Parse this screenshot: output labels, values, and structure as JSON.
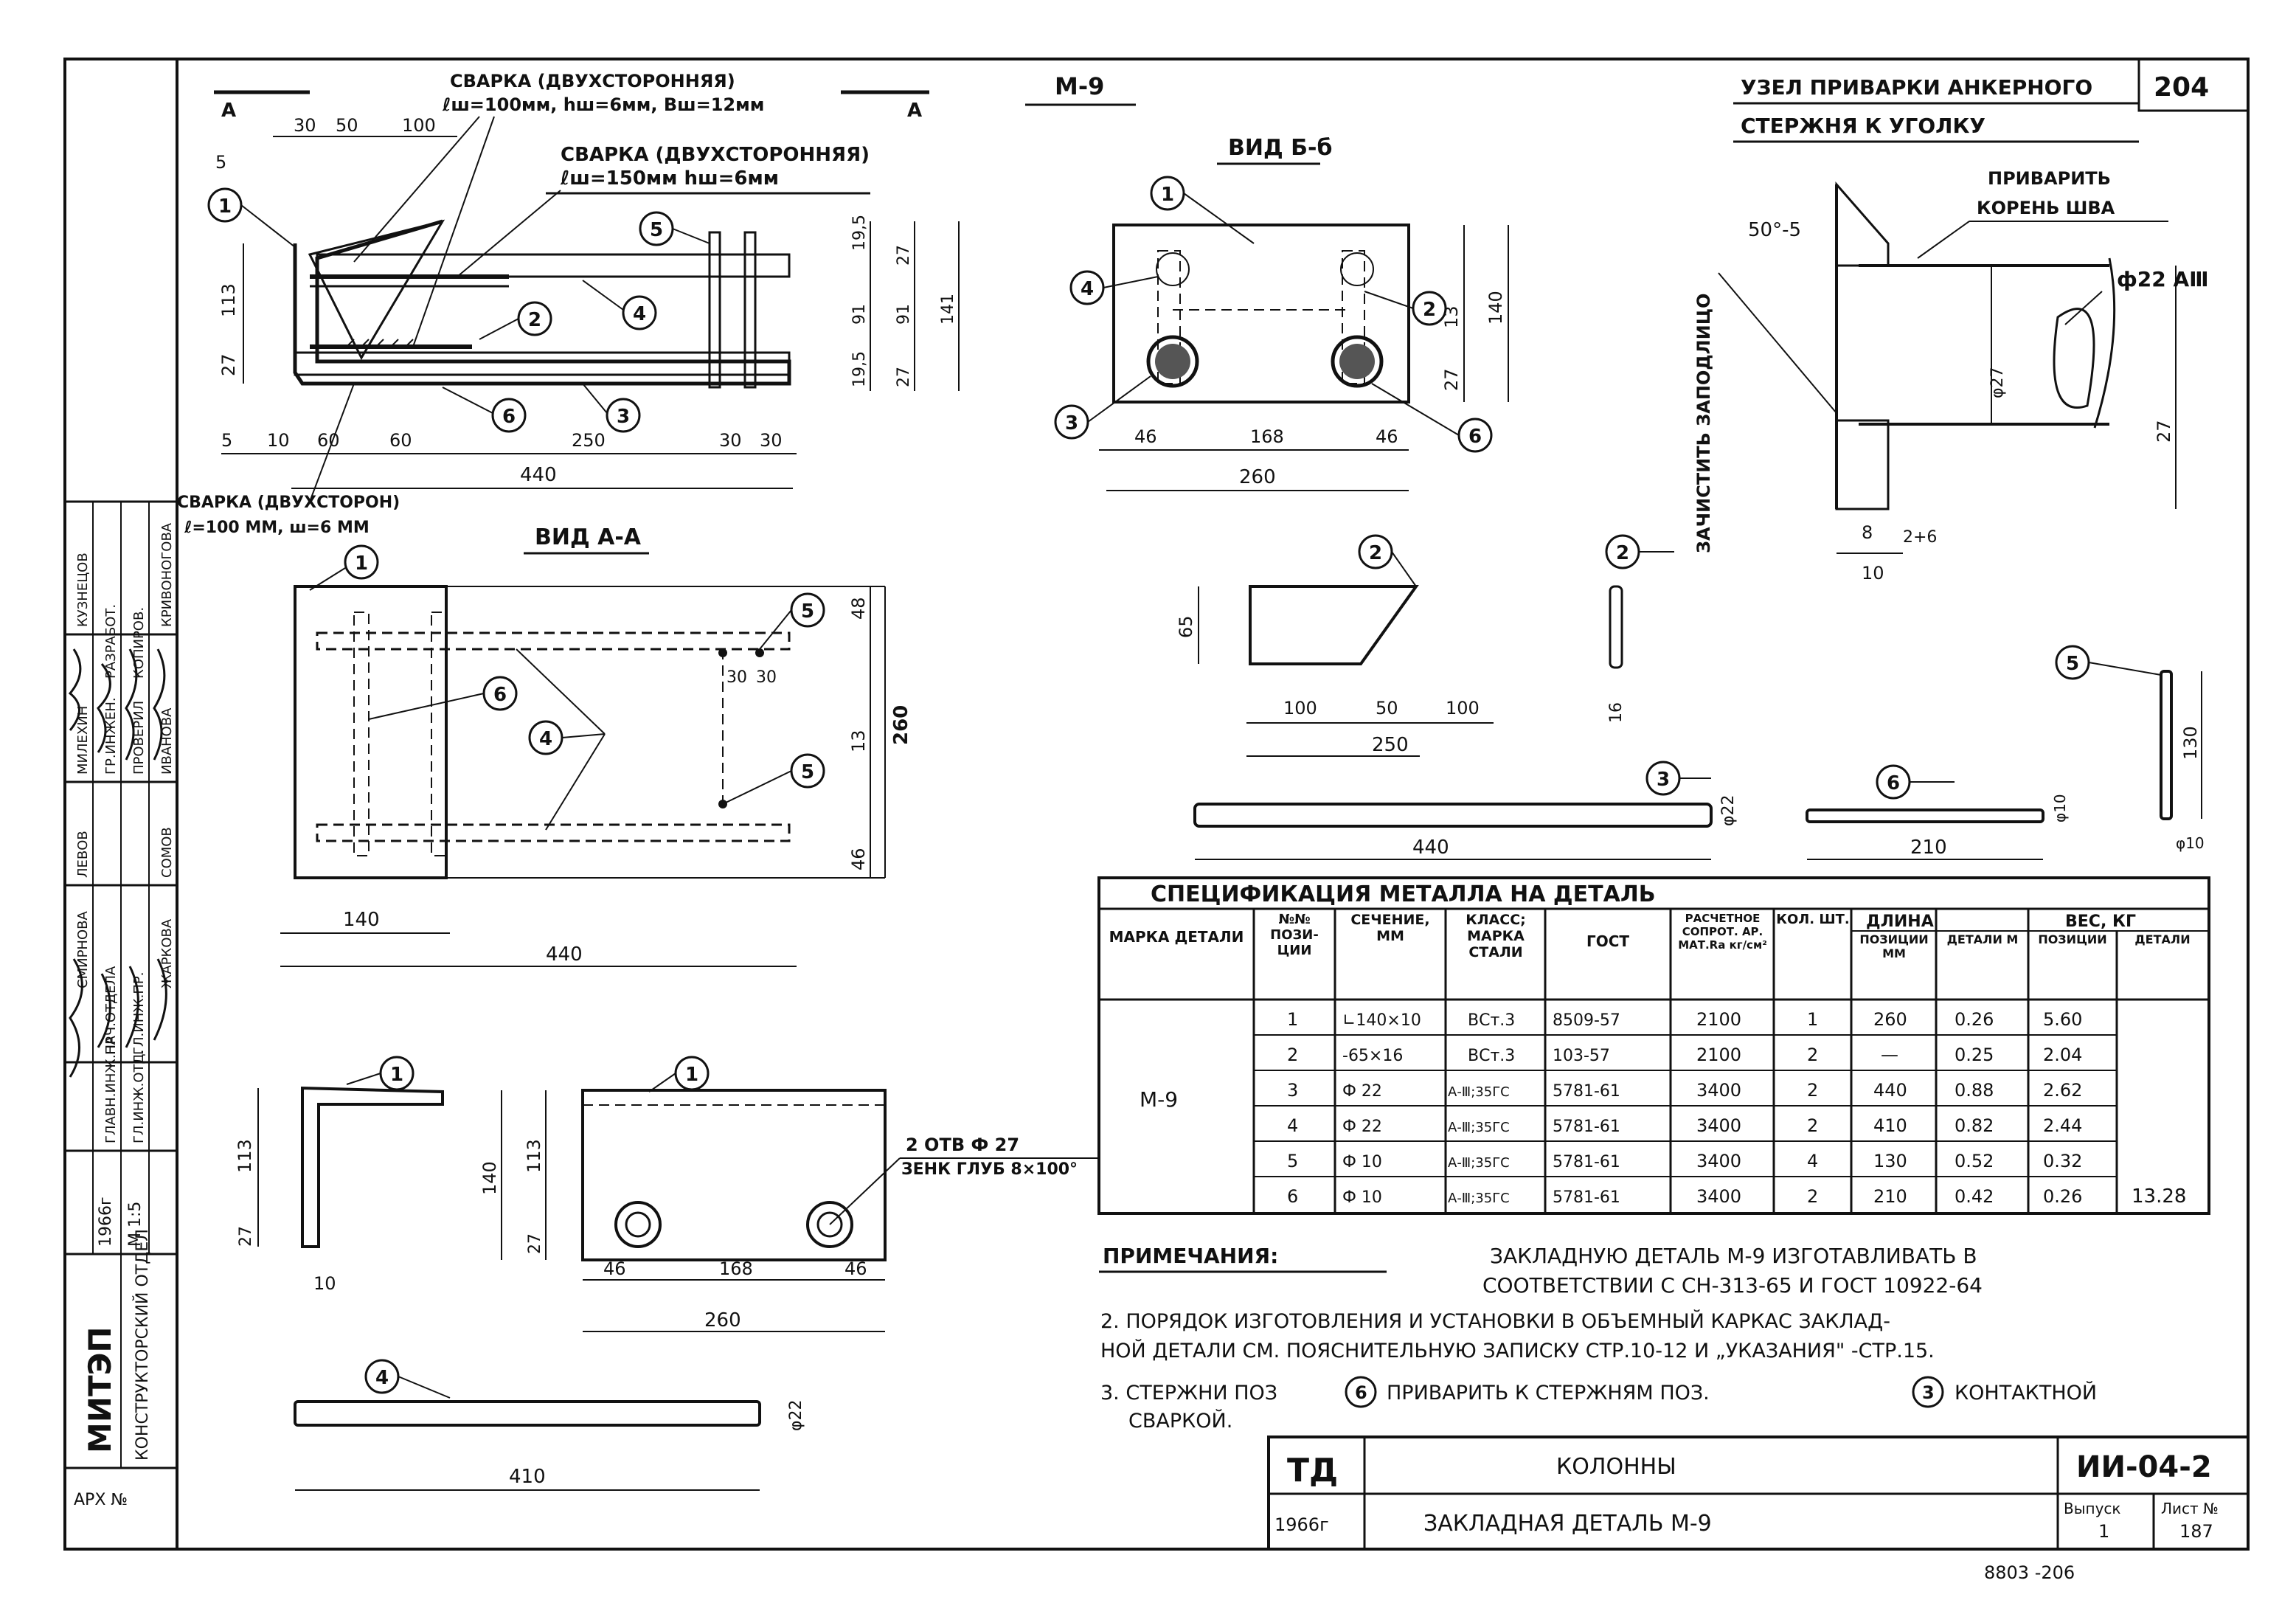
{
  "sheet_number": "204",
  "top_title": "М-9",
  "sections": {
    "aa_top": "А",
    "view_bb": "ВИД Б-б",
    "view_aa": "ВИД А-А",
    "node_title_1": "УЗЕЛ ПРИВАРКИ АНКЕРНОГО",
    "node_title_2": "СТЕРЖНЯ К УГОЛКУ"
  },
  "welds": {
    "w1_title": "СВАРКА (ДВУХСТОРОННЯЯ)",
    "w1_params": "ℓш=100мм, hш=6мм, Вш=12мм",
    "w2_title": "СВАРКА (ДВУХСТОРОННЯЯ)",
    "w2_params": "ℓш=150мм  hш=6мм",
    "w3_title": "СВАРКА (ДВУХСТОРОН)",
    "w3_params": "ℓ=100 ММ,  ш=6 ММ"
  },
  "dims_front": {
    "d30": "30",
    "d50": "50",
    "d100": "100",
    "d5": "5",
    "d113": "113",
    "d27": "27",
    "d10": "10",
    "d60a": "60",
    "d60b": "60",
    "d250": "250",
    "d30b": "30",
    "d30c": "30",
    "d440": "440",
    "d195": "19,5",
    "d27b": "27",
    "d91a": "91",
    "d91b": "91",
    "d141": "141",
    "d195b": "19,5",
    "d27c": "27",
    "d5b": "5"
  },
  "dims_bb": {
    "d46a": "46",
    "d168": "168",
    "d46b": "46",
    "d260": "260",
    "d13": "13",
    "d140": "140",
    "d27": "27"
  },
  "dims_aa": {
    "d48": "48",
    "d30a": "30",
    "d30b": "30",
    "d13": "13",
    "d260": "260",
    "d46": "46",
    "d140": "140",
    "d440": "440"
  },
  "dims_det2": {
    "d65": "65",
    "d100a": "100",
    "d50": "50",
    "d100b": "100",
    "d250": "250",
    "d16": "16"
  },
  "dims_det3": {
    "d440": "440",
    "d22": "φ22"
  },
  "dims_det6": {
    "d210": "210",
    "d10": "φ10"
  },
  "dims_det5": {
    "d130": "130",
    "d10": "φ10"
  },
  "dims_det1a": {
    "d113": "113",
    "d27": "27",
    "d10": "10"
  },
  "dims_det1b": {
    "d140": "140",
    "d113": "113",
    "d27": "27",
    "d46a": "46",
    "d168": "168",
    "d46b": "46",
    "d260": "260",
    "holes_1": "2 ОТВ Ф 27",
    "holes_2": "ЗЕНК ГЛУБ 8×100°"
  },
  "dims_det4": {
    "d410": "410",
    "d22": "φ22"
  },
  "node": {
    "weld_root_1": "ПРИВАРИТЬ",
    "weld_root_2": "КОРЕНЬ ШВА",
    "angle": "50°-5",
    "rod": "ф22 АⅢ",
    "clean": "ЗАЧИСТИТЬ ЗАПОДЛИЦО",
    "d27": "φ27",
    "d27b": "27",
    "d8": "8",
    "d2": "2+6",
    "d10": "10"
  },
  "callouts": [
    "1",
    "2",
    "3",
    "4",
    "5",
    "6"
  ],
  "spec": {
    "title": "СПЕЦИФИКАЦИЯ МЕТАЛЛА НА ДЕТАЛЬ",
    "headers": {
      "mark": "МАРКА ДЕТАЛИ",
      "pos": "№№ ПОЗИ- ЦИИ",
      "section": "СЕЧЕНИЕ, ММ",
      "class": "КЛАСС; МАРКА СТАЛИ",
      "gost": "ГОСТ",
      "resist": "РАСЧЕТНОЕ СОПРОТ. АР. МАТ.Rа кг/см²",
      "qty": "КОЛ. ШТ.",
      "length": "ДЛИНА",
      "len_pos": "ПОЗИЦИИ ММ",
      "len_det": "ДЕТАЛИ М",
      "weight": "ВЕС, КГ",
      "w_pos": "ПОЗИЦИИ",
      "w_det": "ДЕТАЛИ"
    },
    "mark_value": "М-9",
    "total_weight": "13.28",
    "rows": [
      {
        "pos": "1",
        "section": "∟140×10",
        "steel": "ВСт.3",
        "gost": "8509-57",
        "ra": "2100",
        "qty": "1",
        "len_mm": "260",
        "len_m": "0.26",
        "w": "5.60"
      },
      {
        "pos": "2",
        "section": "-65×16",
        "steel": "ВСт.3",
        "gost": "103-57",
        "ra": "2100",
        "qty": "2",
        "len_mm": "—",
        "len_m": "0.25",
        "w": "2.04"
      },
      {
        "pos": "3",
        "section": "Ф 22",
        "steel": "А-Ⅲ;35ГС",
        "gost": "5781-61",
        "ra": "3400",
        "qty": "2",
        "len_mm": "440",
        "len_m": "0.88",
        "w": "2.62"
      },
      {
        "pos": "4",
        "section": "Ф 22",
        "steel": "А-Ⅲ;35ГС",
        "gost": "5781-61",
        "ra": "3400",
        "qty": "2",
        "len_mm": "410",
        "len_m": "0.82",
        "w": "2.44"
      },
      {
        "pos": "5",
        "section": "Ф 10",
        "steel": "А-Ⅲ;35ГС",
        "gost": "5781-61",
        "ra": "3400",
        "qty": "4",
        "len_mm": "130",
        "len_m": "0.52",
        "w": "0.32"
      },
      {
        "pos": "6",
        "section": "Ф 10",
        "steel": "А-Ⅲ;35ГС",
        "gost": "5781-61",
        "ra": "3400",
        "qty": "2",
        "len_mm": "210",
        "len_m": "0.42",
        "w": "0.26"
      }
    ]
  },
  "notes": {
    "heading": "ПРИМЕЧАНИЯ:",
    "n1a": "ЗАКЛАДНУЮ ДЕТАЛЬ М-9 ИЗГОТАВЛИВАТЬ В",
    "n1b": "СООТВЕТСТВИИ С  СН-313-65  И ГОСТ 10922-64",
    "n2a": "2. ПОРЯДОК  ИЗГОТОВЛЕНИЯ  И УСТАНОВКИ  В ОБЪЕМНЫЙ КАРКАС ЗАКЛАД-",
    "n2b": "НОЙ  ДЕТАЛИ  СМ. ПОЯСНИТЕЛЬНУЮ ЗАПИСКУ СТР.10-12 И „УКАЗАНИЯ\" -СТР.15.",
    "n3a": "3. СТЕРЖНИ  ПОЗ",
    "n3b": "ПРИВАРИТЬ  К СТЕРЖНЯМ ПОЗ.",
    "n3c": "КОНТАКТНОЙ",
    "n3d": "СВАРКОЙ.",
    "n3_pos1": "6",
    "n3_pos2": "3"
  },
  "title_block": {
    "ta": "ТД",
    "year": "1966г",
    "subject": "КОЛОННЫ",
    "name": "ЗАКЛАДНАЯ ДЕТАЛЬ  М-9",
    "code": "ИИ-04-2",
    "issue_label": "Выпуск",
    "issue": "1",
    "sheet_label": "Лист №",
    "sheet": "187",
    "bottom_num": "8803    -206"
  },
  "side_stamp": {
    "org": "МИТЭП",
    "dept": "КОНСТРУКТОРСКИЙ ОТДЕЛ",
    "year_label": "1966г",
    "m": "М 1:5",
    "arch": "АРХ №",
    "roles": [
      "ГЛАВН.ИНЖ.ПР",
      "НАЧ.ОТДЕЛА",
      "ГЛ.ИНЖ.ОТД.",
      "ГЛ.ИНЖ.ПР.",
      "ГР.ИНЖЕН.",
      "РАЗРАБОТ.",
      "ПРОВЕРИЛ",
      "КОПИРОВ."
    ],
    "names": [
      "ЛЕВОВ",
      "СМИРНОВА",
      "СОМОВ",
      "ЖАРКОВА",
      "КУЗНЕЦОВ",
      "МИЛЕХИН",
      "КРИВОНОГОВА",
      "ИВАНОВА"
    ]
  }
}
